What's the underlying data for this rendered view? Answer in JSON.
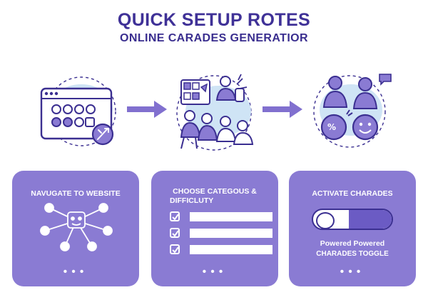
{
  "header": {
    "title": "QUICK SETUP ROTES",
    "subtitle": "ONLINE CARADES GENERATIOR"
  },
  "steps": [
    {
      "illustration": "browser-window-cursor-icon",
      "card_title": "NAVUGATE TO WEBSITE"
    },
    {
      "illustration": "team-choosing-categories-icon",
      "card_title_line1": "CHOOSE CATEGOUS &",
      "card_title_line2": "DIFFICLUTY"
    },
    {
      "illustration": "players-guessing-icon",
      "card_title": "ACTIVATE CHARADES",
      "toggle_label_line1": "Powered Powered",
      "toggle_label_line2": "CHARADES TOGGLE"
    }
  ],
  "card_dots": "•••",
  "colors": {
    "accent": "#8a7bd3",
    "title": "#3f3197",
    "light_circle": "#cfe4f5",
    "arrow": "#8170cf"
  },
  "checkbox_count": 3
}
